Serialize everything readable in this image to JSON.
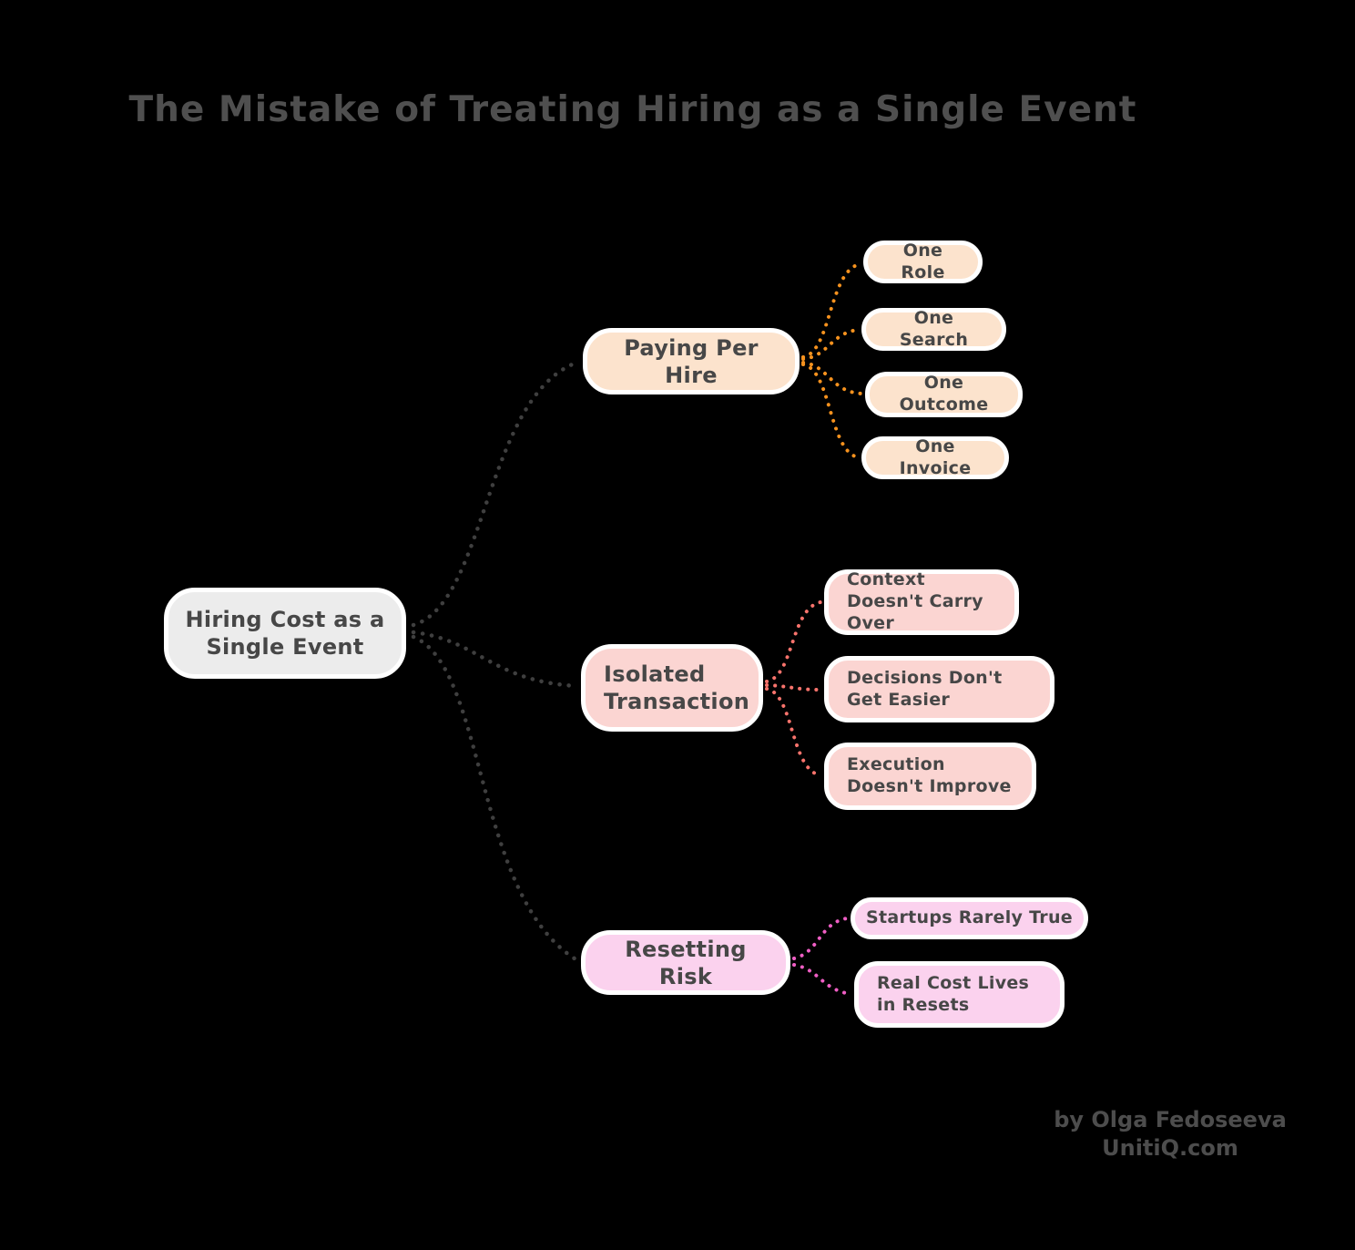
{
  "title": "The Mistake of Treating Hiring as a Single Event",
  "credit": {
    "line1": "by Olga Fedoseeva",
    "line2": "UnitiQ.com"
  },
  "colors": {
    "background": "#000000",
    "node_border": "#ffffff",
    "node_text": "#474747",
    "title_text": "#4f4f4f",
    "root_fill": "#ececec",
    "paying_fill": "#fce3cd",
    "isolated_fill": "#fbd5d2",
    "resetting_fill": "#fbd2ee",
    "connector_dark": "#3f3f3f",
    "connector_orange": "#f6921e",
    "connector_salmon": "#f8736c",
    "connector_pink": "#ef5ec4"
  },
  "mindmap": {
    "root": {
      "label": "Hiring Cost as a Single Event"
    },
    "branches": [
      {
        "label": "Paying Per Hire",
        "children": [
          {
            "label": "One Role"
          },
          {
            "label": "One Search"
          },
          {
            "label": "One Outcome"
          },
          {
            "label": "One Invoice"
          }
        ]
      },
      {
        "label": "Isolated Transaction",
        "children": [
          {
            "label": "Context Doesn't Carry Over"
          },
          {
            "label": "Decisions Don't Get Easier"
          },
          {
            "label": "Execution Doesn't Improve"
          }
        ]
      },
      {
        "label": "Resetting Risk",
        "children": [
          {
            "label": "Startups Rarely True"
          },
          {
            "label": "Real Cost Lives in Resets"
          }
        ]
      }
    ]
  }
}
